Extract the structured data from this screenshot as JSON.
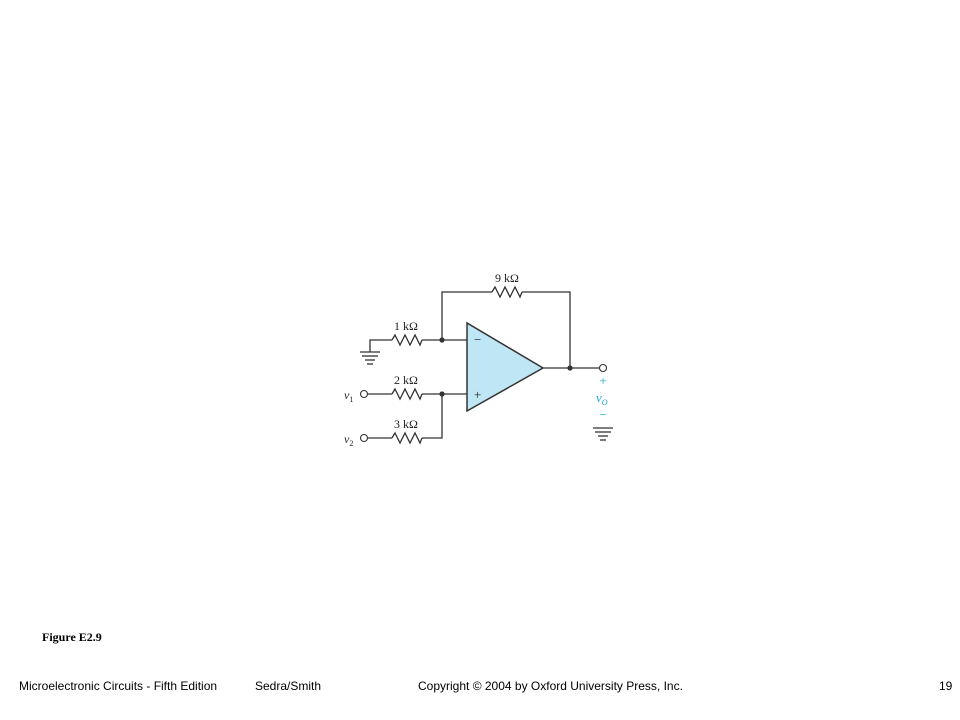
{
  "figure": {
    "caption": "Figure E2.9",
    "resistors": {
      "feedback": "9 kΩ",
      "ground_input": "1 kΩ",
      "v1_input": "2 kΩ",
      "v2_input": "3 kΩ"
    },
    "opamp": {
      "inverting_sign": "−",
      "noninverting_sign": "+"
    },
    "inputs": {
      "v1": {
        "symbol": "v",
        "subscript": "1"
      },
      "v2": {
        "symbol": "v",
        "subscript": "2"
      }
    },
    "output": {
      "plus": "+",
      "symbol": "v",
      "subscript": "O",
      "minus": "−"
    },
    "colors": {
      "opamp_fill": "#bfe6f5",
      "output_label": "#1aa3d9",
      "wire": "#333333"
    }
  },
  "footer": {
    "book_title": "Microelectronic Circuits - Fifth Edition",
    "authors": "Sedra/Smith",
    "copyright": "Copyright © 2004 by Oxford University Press, Inc.",
    "page_number": "19"
  }
}
